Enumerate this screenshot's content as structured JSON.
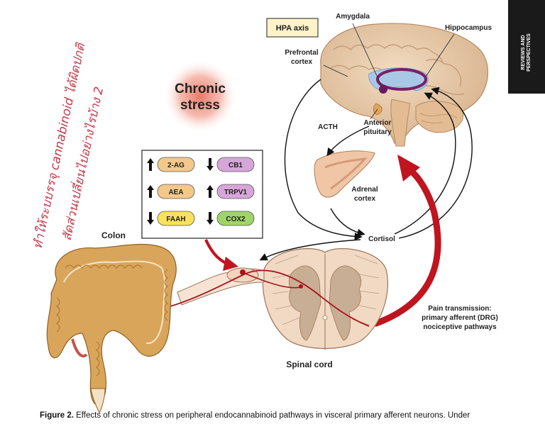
{
  "diagram": {
    "hpa_axis": "HPA axis",
    "amygdala": "Amygdala",
    "hippocampus": "Hippocampus",
    "prefrontal_cortex": "Prefrontal\ncortex",
    "acth": "ACTH",
    "anterior_pituitary": "Anterior\npituitary",
    "adrenal_cortex": "Adrenal\ncortex",
    "cortisol": "Cortisol",
    "chronic_stress": "Chronic\nstress",
    "colon": "Colon",
    "spinal_cord": "Spinal cord",
    "pain_transmission": "Pain transmission:\nprimary afferent (DRG)\nnociceptive pathways",
    "mediators": [
      {
        "label": "2-AG",
        "direction": "up",
        "color": "#f3c98a"
      },
      {
        "label": "CB1",
        "direction": "down",
        "color": "#d7a6d9"
      },
      {
        "label": "AEA",
        "direction": "up",
        "color": "#f3c98a"
      },
      {
        "label": "TRPV1",
        "direction": "up",
        "color": "#d7a6d9"
      },
      {
        "label": "FAAH",
        "direction": "down",
        "color": "#f7e25a"
      },
      {
        "label": "COX2",
        "direction": "down",
        "color": "#9fd46a"
      }
    ]
  },
  "handwritten_note": {
    "line1": "ทำให้ระบบรรจุ cannabinoid ได้ผิดปกติ",
    "line2": "สัดส่วนเปลี่ยนไปอย่างไรบ้าง 2"
  },
  "side_tab": "REVIEWS AND\nPERSPECTIVES",
  "caption": {
    "bold": "Figure 2.",
    "text": " Effects of chronic stress on peripheral endocannabinoid pathways in visceral primary afferent neurons. Under"
  },
  "colors": {
    "red_arrow": "#c0141f",
    "tissue": "#e9c6a0",
    "colon": "#d9a55a",
    "brain": "#ead1b5",
    "limbic_ring": "#7a1f6b"
  }
}
